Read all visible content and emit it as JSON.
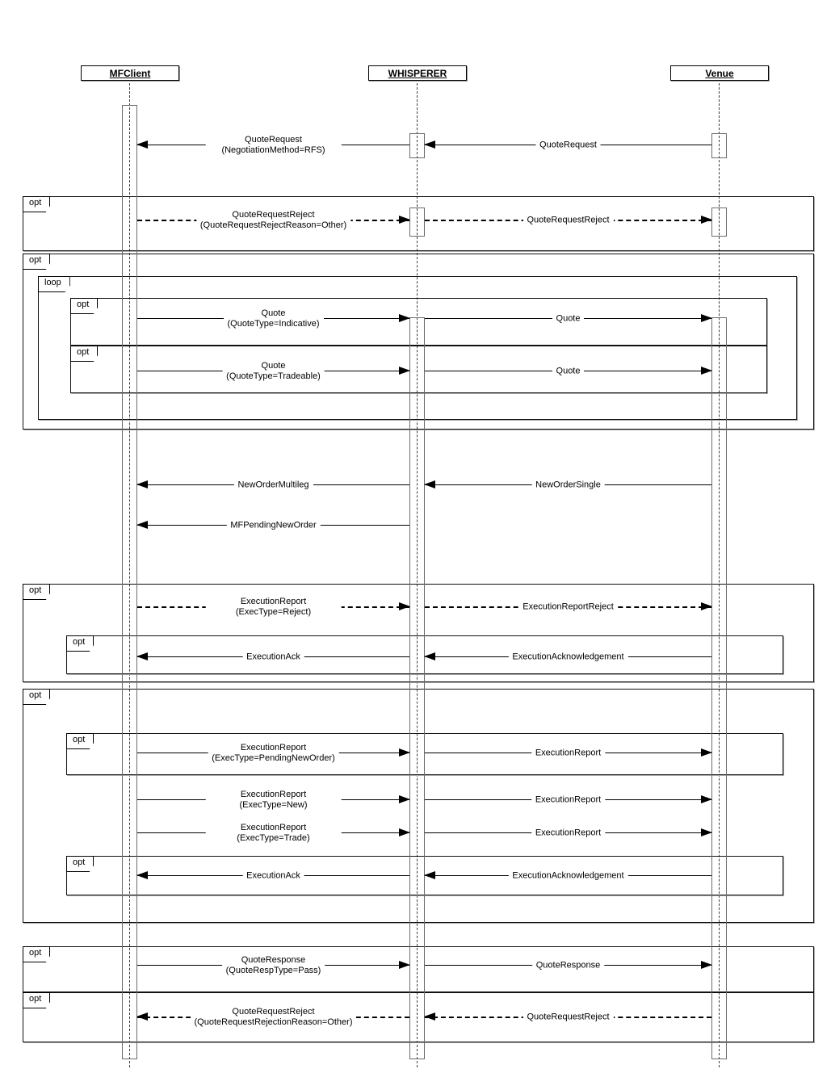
{
  "diagram": {
    "type": "uml-sequence-diagram",
    "colors": {
      "line": "#000000",
      "bar_border": "#6b6b6b",
      "background": "#ffffff"
    },
    "actors": [
      {
        "name": "MFClient"
      },
      {
        "name": "WHISPERER"
      },
      {
        "name": "Venue"
      }
    ],
    "frames": {
      "items": [
        {
          "id": "opt-quote-request-reject-top",
          "label": "opt"
        },
        {
          "id": "opt-quote-loop-wrapper",
          "label": "opt"
        },
        {
          "id": "loop-quotes",
          "label": "loop"
        },
        {
          "id": "opt-quote-indicative",
          "label": "opt"
        },
        {
          "id": "opt-quote-tradeable",
          "label": "opt"
        },
        {
          "id": "opt-execution-reject",
          "label": "opt"
        },
        {
          "id": "opt-execution-ack-1",
          "label": "opt"
        },
        {
          "id": "opt-execution-reports",
          "label": "opt"
        },
        {
          "id": "opt-execution-pending",
          "label": "opt"
        },
        {
          "id": "opt-execution-ack-2",
          "label": "opt"
        },
        {
          "id": "opt-quote-response",
          "label": "opt"
        },
        {
          "id": "opt-quote-request-reject-bottom",
          "label": "opt"
        }
      ]
    },
    "messages": {
      "quote_request_to_mfclient": {
        "label": "QuoteRequest (NegotiationMethod=RFS)"
      },
      "quote_request_to_whisperer": {
        "label": "QuoteRequest"
      },
      "quote_request_reject_to_whisperer": {
        "label": "QuoteRequestReject\n(QuoteRequestRejectReason=Other)"
      },
      "quote_request_reject_to_venue": {
        "label": "QuoteRequestReject"
      },
      "quote_indicative_to_whisperer": {
        "label": "Quote\n(QuoteType=Indicative)"
      },
      "quote_indicative_to_venue": {
        "label": "Quote"
      },
      "quote_tradeable_to_whisperer": {
        "label": "Quote\n(QuoteType=Tradeable)"
      },
      "quote_tradeable_to_venue": {
        "label": "Quote"
      },
      "new_order_multileg_to_mfclient": {
        "label": "NewOrderMultileg"
      },
      "new_order_single_to_whisperer": {
        "label": "NewOrderSingle"
      },
      "mf_pending_new_order_to_mfclient": {
        "label": "MFPendingNewOrder"
      },
      "execution_report_reject_to_whisperer": {
        "label": "ExecutionReport (ExecType=Reject)"
      },
      "execution_report_reject_to_venue": {
        "label": "ExecutionReportReject"
      },
      "execution_ack_1_to_mfclient": {
        "label": "ExecutionAck"
      },
      "execution_acknowledgement_1_to_whisperer": {
        "label": "ExecutionAcknowledgement"
      },
      "execution_report_pending_to_whisperer": {
        "label": "ExecutionReport\n(ExecType=PendingNewOrder)"
      },
      "execution_report_pending_to_venue": {
        "label": "ExecutionReport"
      },
      "execution_report_new_to_whisperer": {
        "label": "ExecutionReport (ExecType=New)"
      },
      "execution_report_new_to_venue": {
        "label": "ExecutionReport"
      },
      "execution_report_trade_to_whisperer": {
        "label": "ExecutionReport (ExecType=Trade)"
      },
      "execution_report_trade_to_venue": {
        "label": "ExecutionReport"
      },
      "execution_ack_2_to_mfclient": {
        "label": "ExecutionAck"
      },
      "execution_acknowledgement_2_to_whisperer": {
        "label": "ExecutionAcknowledgement"
      },
      "quote_response_to_whisperer": {
        "label": "QuoteResponse\n(QuoteRespType=Pass)"
      },
      "quote_response_to_venue": {
        "label": "QuoteResponse"
      },
      "quote_request_reject2_to_mfclient": {
        "label": "QuoteRequestReject\n(QuoteRequestRejectionReason=Other)"
      },
      "quote_request_reject2_to_whisperer": {
        "label": "QuoteRequestReject"
      }
    }
  }
}
